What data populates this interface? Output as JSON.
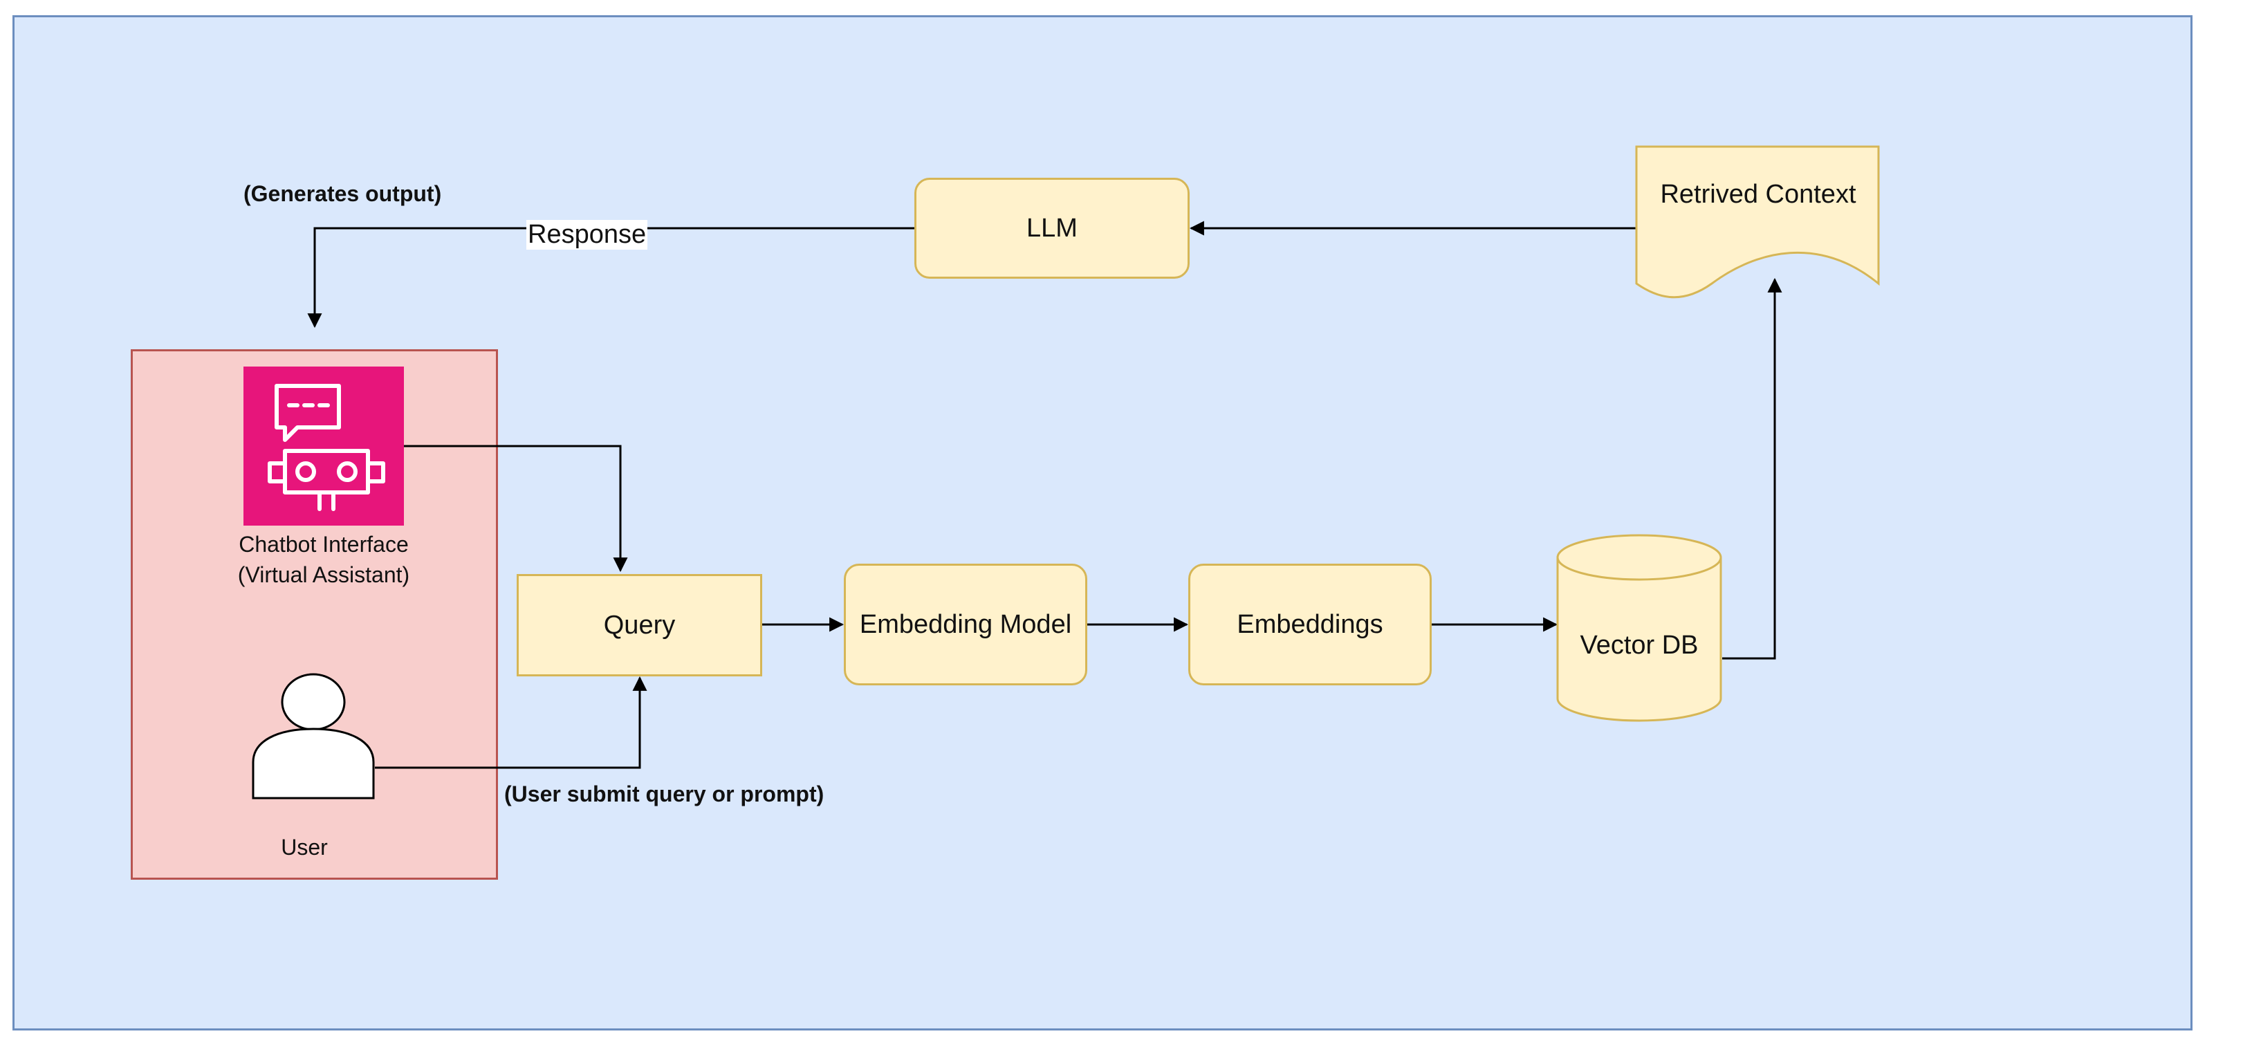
{
  "diagram": {
    "nodes": {
      "chatbot": {
        "label_line1": "Chatbot Interface",
        "label_line2": "(Virtual Assistant)",
        "icon": "chatbot-icon"
      },
      "user": {
        "label": "User",
        "icon": "user-icon"
      },
      "query": {
        "label": "Query"
      },
      "embedding_model": {
        "label": "Embedding Model"
      },
      "embeddings": {
        "label": "Embeddings"
      },
      "vector_db": {
        "label": "Vector DB"
      },
      "retrieved_context": {
        "label": "Retrived Context"
      },
      "llm": {
        "label": "LLM"
      }
    },
    "edge_labels": {
      "generates_output": "(Generates output)",
      "response": "Response",
      "user_submit": "(User submit query or prompt)"
    },
    "colors": {
      "background": "#dae8fc",
      "background_border": "#6c8ebf",
      "actor_panel": "#f8cecc",
      "actor_panel_border": "#b85450",
      "node_fill": "#fff2cc",
      "node_border": "#d6b656",
      "chatbot_icon": "#e7157b"
    }
  }
}
